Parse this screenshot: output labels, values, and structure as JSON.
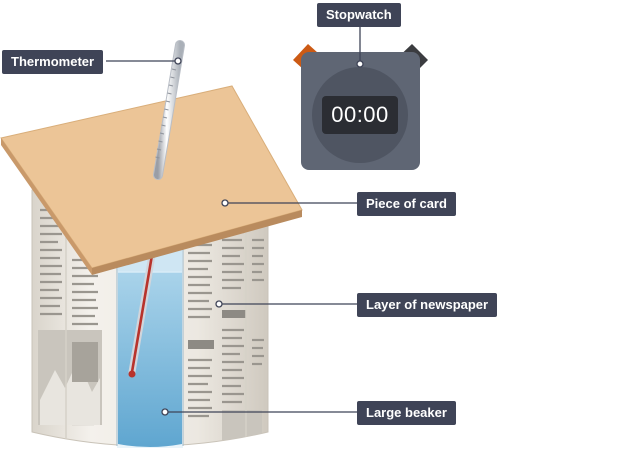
{
  "labels": {
    "stopwatch": "Stopwatch",
    "thermometer": "Thermometer",
    "card": "Piece of card",
    "newspaper": "Layer of newspaper",
    "beaker": "Large beaker"
  },
  "stopwatch": {
    "display": "00:00"
  },
  "colors": {
    "label_bg": "#3f4457",
    "card": "#ecc597",
    "water": "#6fb1d6",
    "stopwatch_body": "#5f6674",
    "stopwatch_left_button": "#cc5a14",
    "stopwatch_right_button": "#3b3c40",
    "thermometer_liquid": "#b8332c"
  }
}
